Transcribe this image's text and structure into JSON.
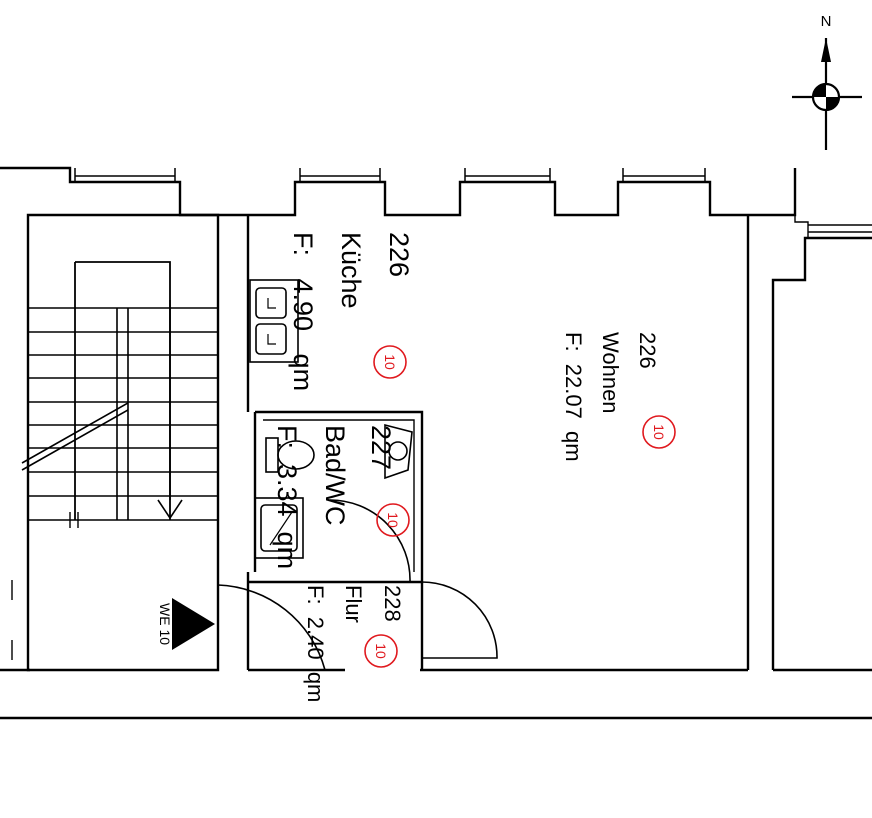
{
  "compass": {
    "label": "N"
  },
  "unit_label": {
    "text": "WE 10"
  },
  "rooms": [
    {
      "id": "kueche",
      "number": "226",
      "name": "Küche",
      "area": "F:   4.90   qm",
      "tag": "10"
    },
    {
      "id": "wohnen",
      "number": "226",
      "name": "Wohnen",
      "area": "F:  22.07  qm",
      "tag": "10"
    },
    {
      "id": "bad",
      "number": "227",
      "name": "Bad/WC",
      "area": "F:  3.34  qm",
      "tag": "10"
    },
    {
      "id": "flur",
      "number": "228",
      "name": "Flur",
      "area": "F:  2.40  qm",
      "tag": "10"
    }
  ],
  "colors": {
    "line": "#000000",
    "tag": "#e0191e",
    "background": "#ffffff"
  }
}
